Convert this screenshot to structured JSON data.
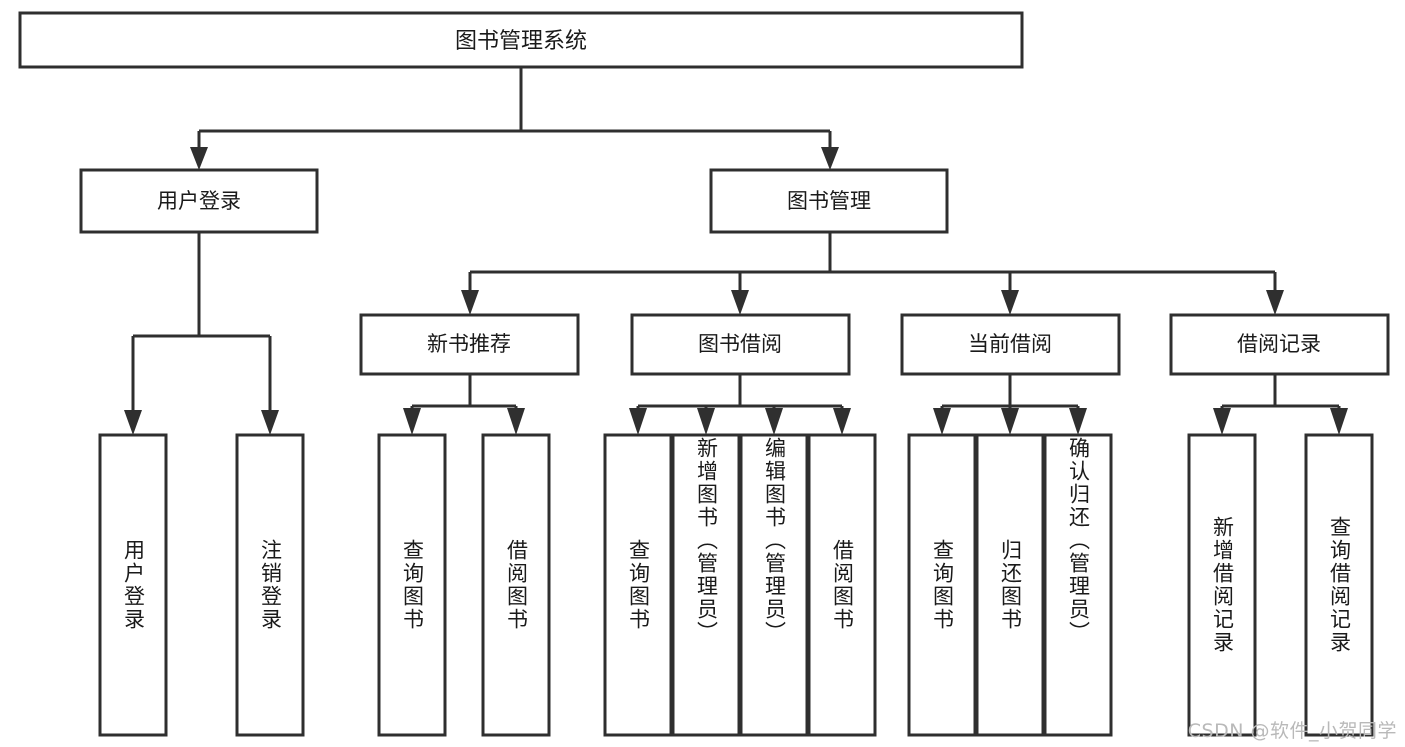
{
  "diagram": {
    "type": "tree-hierarchy-diagram",
    "title": "图书管理系统",
    "orientation": "top-down",
    "background_color": "#ffffff",
    "box_fill": "#ffffff",
    "box_stroke": "#2f2f2f",
    "text_color": "#1a1a1a",
    "connector_color": "#2f2f2f"
  },
  "root": {
    "label": "图书管理系统",
    "level": 1
  },
  "level2": [
    {
      "label": "用户登录"
    },
    {
      "label": "图书管理"
    }
  ],
  "level3": [
    {
      "label": "新书推荐"
    },
    {
      "label": "图书借阅"
    },
    {
      "label": "当前借阅"
    },
    {
      "label": "借阅记录"
    }
  ],
  "leaves": {
    "user_login": [
      {
        "label": "用户登录"
      },
      {
        "label": "注销登录"
      }
    ],
    "new_book_recommend": [
      {
        "label": "查询图书"
      },
      {
        "label": "借阅图书"
      }
    ],
    "book_borrow": [
      {
        "label": "查询图书"
      },
      {
        "label": "新增图书（管理员）"
      },
      {
        "label": "编辑图书（管理员）"
      },
      {
        "label": "借阅图书"
      }
    ],
    "current_borrow": [
      {
        "label": "查询图书"
      },
      {
        "label": "归还图书"
      },
      {
        "label": "确认归还（管理员）"
      }
    ],
    "borrow_record": [
      {
        "label": "新增借阅记录"
      },
      {
        "label": "查询借阅记录"
      }
    ]
  },
  "watermark": {
    "text": "CSDN @软件_小贺同学"
  }
}
